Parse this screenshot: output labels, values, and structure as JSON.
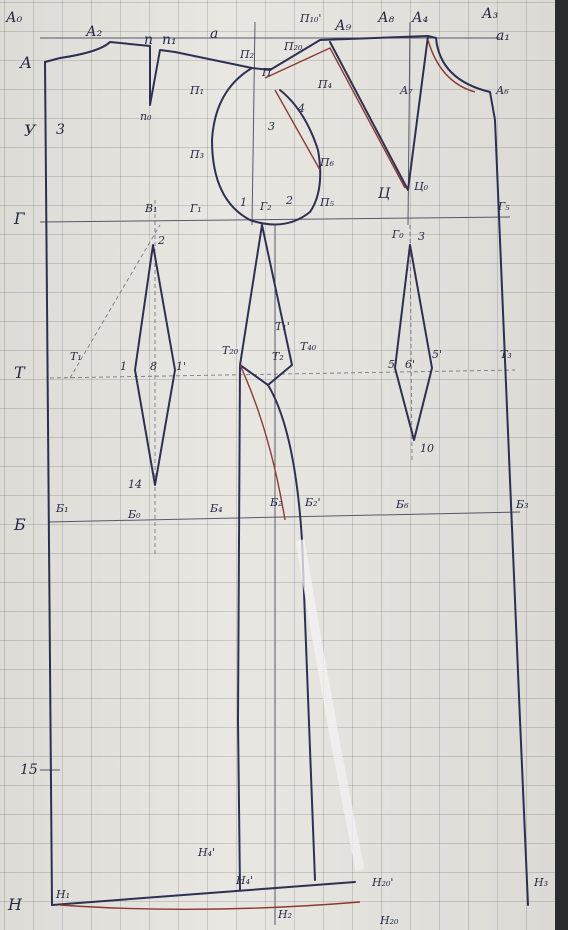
{
  "labels": {
    "A0": "А₀",
    "A2": "А₂",
    "n": "п",
    "n1": "п₁",
    "a": "а",
    "P10p": "П₁₀'",
    "A9": "А₉",
    "A8": "А₈",
    "A4": "А₄",
    "A3": "А₃",
    "a1": "а₁",
    "A": "А",
    "P2": "П₂",
    "P20": "П₂₀",
    "P4": "П₄",
    "n0": "п₀",
    "P1": "П₁",
    "A7": "А₇",
    "A6": "А₆",
    "Pi": "П",
    "Y": "У",
    "y3": "3",
    "P3": "П₃",
    "p3": "3",
    "p4": "4",
    "P6": "П₆",
    "C": "Ц",
    "C0": "Ц₀",
    "G": "Г",
    "B1": "В₁",
    "G1": "Г₁",
    "pt1": "1",
    "G2": "Г₂",
    "pt2": "2",
    "P5": "П₅",
    "G5": "Г₅",
    "G0": "Г₀",
    "g3": "3",
    "v2": "2",
    "P1p": "Т₁'",
    "T": "Т",
    "T1": "Т₁",
    "t1": "1",
    "t8": "8",
    "t1p": "1'",
    "T20": "Т₂₀",
    "T2": "Т₂",
    "T40": "Т₄₀",
    "t5": "5",
    "t6": "6'",
    "t5p": "5'",
    "T3": "Т₃",
    "t10": "10",
    "t14": "14",
    "B": "Б",
    "B1b": "Б₁",
    "B0": "Б₀",
    "B4": "Б₄",
    "B2": "Б₂",
    "B2p": "Б₂'",
    "B6": "Б₆",
    "B3": "Б₃",
    "s15": "15",
    "H4p": "Н₄'",
    "H": "Н",
    "H1": "Н₁",
    "H4": "Н₄'",
    "H20p": "Н₂₀'",
    "H2": "Н₂",
    "H2b": "Н₂₀",
    "H3": "Н₃"
  },
  "colors": {
    "ink": "#2e3155",
    "red_pencil": "#8f3a32",
    "grid": "#b8b8b8",
    "paper": "#e9e7e2"
  }
}
